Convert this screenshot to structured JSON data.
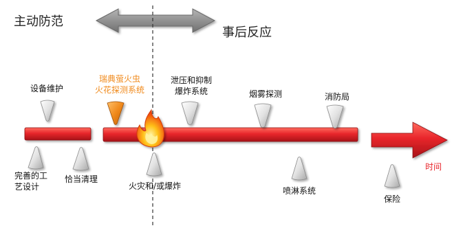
{
  "header": {
    "proactive": "主动防范",
    "reactive": "事后反应"
  },
  "time_label": "时间",
  "labels": {
    "equipment_maintenance": "设备维护",
    "firefly_line1": "瑞典萤火虫",
    "firefly_line2": "火花探测系统",
    "suppression_line1": "泄压和抑制",
    "suppression_line2": "爆炸系统",
    "smoke_detection": "烟雾探测",
    "fire_department": "消防局",
    "process_design_line1": "完善的工",
    "process_design_line2": "艺设计",
    "cleaning": "恰当清理",
    "fire_explosion": "火灾和/或爆炸",
    "sprinkler": "喷淋系统",
    "insurance": "保险"
  },
  "colors": {
    "bar": "#e8262b",
    "bar_dark": "#b3151a",
    "highlight": "#f08a1c",
    "time_label": "#e8262b",
    "marker": "#d6d6d6",
    "header_arrow": "#8e8e8e"
  },
  "icons": {
    "header_arrow": "double-arrow-icon",
    "flame": "flame-icon",
    "marker": "triangle-marker-icon",
    "time_arrow": "arrow-right-icon"
  }
}
